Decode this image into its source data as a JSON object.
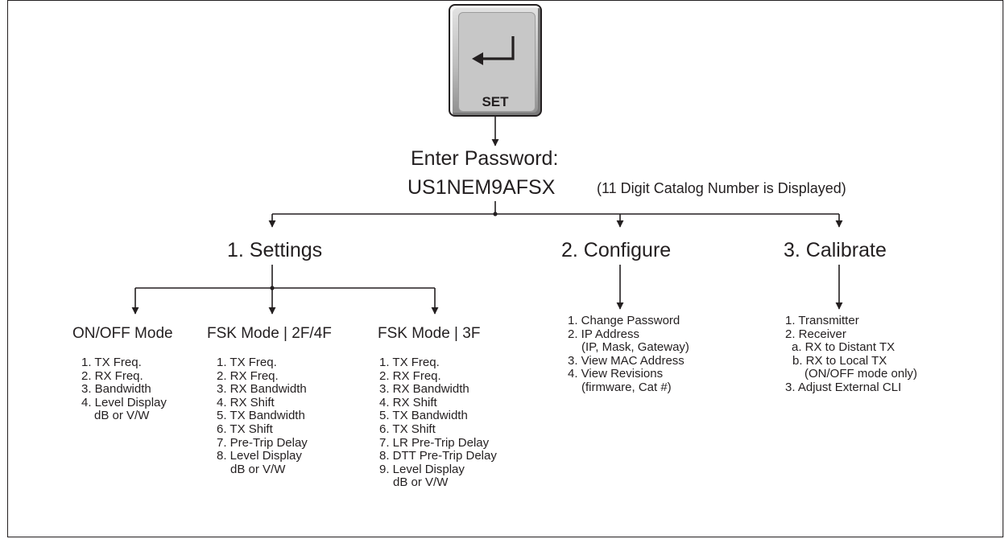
{
  "set_key": {
    "label": "SET",
    "icon": "enter-arrow-icon"
  },
  "password": {
    "title": "Enter Password:",
    "catalog": "US1NEM9AFSX",
    "note": "(11 Digit Catalog Number is Displayed)"
  },
  "menus": {
    "settings": {
      "title": "1. Settings",
      "modes": [
        {
          "title": "ON/OFF Mode",
          "items": [
            "1. TX Freq.",
            "2. RX Freq.",
            "3. Bandwidth",
            "4. Level Display",
            "dB or V/W"
          ]
        },
        {
          "title": "FSK Mode | 2F/4F",
          "items": [
            "1. TX Freq.",
            "2. RX Freq.",
            "3. RX Bandwidth",
            "4. RX Shift",
            "5. TX Bandwidth",
            "6. TX Shift",
            "7. Pre-Trip Delay",
            "8. Level Display",
            "dB or V/W"
          ]
        },
        {
          "title": "FSK Mode | 3F",
          "items": [
            "1. TX Freq.",
            "2. RX Freq.",
            "3. RX Bandwidth",
            "4. RX Shift",
            "5. TX Bandwidth",
            "6. TX Shift",
            "7. LR Pre-Trip Delay",
            "8. DTT Pre-Trip Delay",
            "9. Level Display",
            "dB or V/W"
          ]
        }
      ]
    },
    "configure": {
      "title": "2. Configure",
      "items": [
        "1. Change Password",
        "2. IP Address",
        "(IP, Mask, Gateway)",
        "3. View MAC Address",
        "4. View Revisions",
        "(firmware, Cat #)"
      ]
    },
    "calibrate": {
      "title": "3. Calibrate",
      "items": [
        "1. Transmitter",
        "2. Receiver",
        "a. RX to Distant TX",
        "b. RX to Local TX",
        "(ON/OFF mode only)",
        "3. Adjust External CLI"
      ]
    }
  },
  "colors": {
    "ink": "#231f20",
    "key_light": "#e3e3e3",
    "key_dark": "#8f8f8f"
  }
}
